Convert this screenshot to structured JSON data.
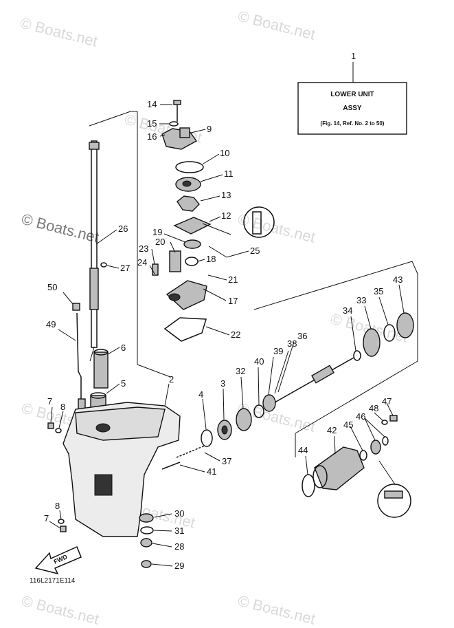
{
  "watermarks": [
    "© Boats.net",
    "© Boats.net",
    "© Boats.net",
    "© Boats.net",
    "© Boats.net",
    "© Boats.net",
    "© Boats.net",
    "© Boats.net",
    "© Boats.net",
    "© Boats.net",
    "© Boats.net"
  ],
  "info_box": {
    "ref": "1",
    "line1": "LOWER UNIT",
    "line2": "ASSY",
    "line3": "(Fig. 14, Ref. No. 2 to 50)"
  },
  "fwd_label": "FWD",
  "diagram_code": "116L2171E114",
  "callouts": [
    "2",
    "3",
    "4",
    "5",
    "6",
    "7",
    "8",
    "9",
    "10",
    "11",
    "12",
    "13",
    "14",
    "15",
    "16",
    "17",
    "18",
    "19",
    "20",
    "21",
    "22",
    "23",
    "24",
    "25",
    "26",
    "27",
    "28",
    "29",
    "30",
    "31",
    "32",
    "33",
    "34",
    "35",
    "36",
    "37",
    "38",
    "39",
    "40",
    "41",
    "42",
    "43",
    "44",
    "45",
    "46",
    "47",
    "48",
    "49",
    "50",
    "7",
    "8"
  ]
}
